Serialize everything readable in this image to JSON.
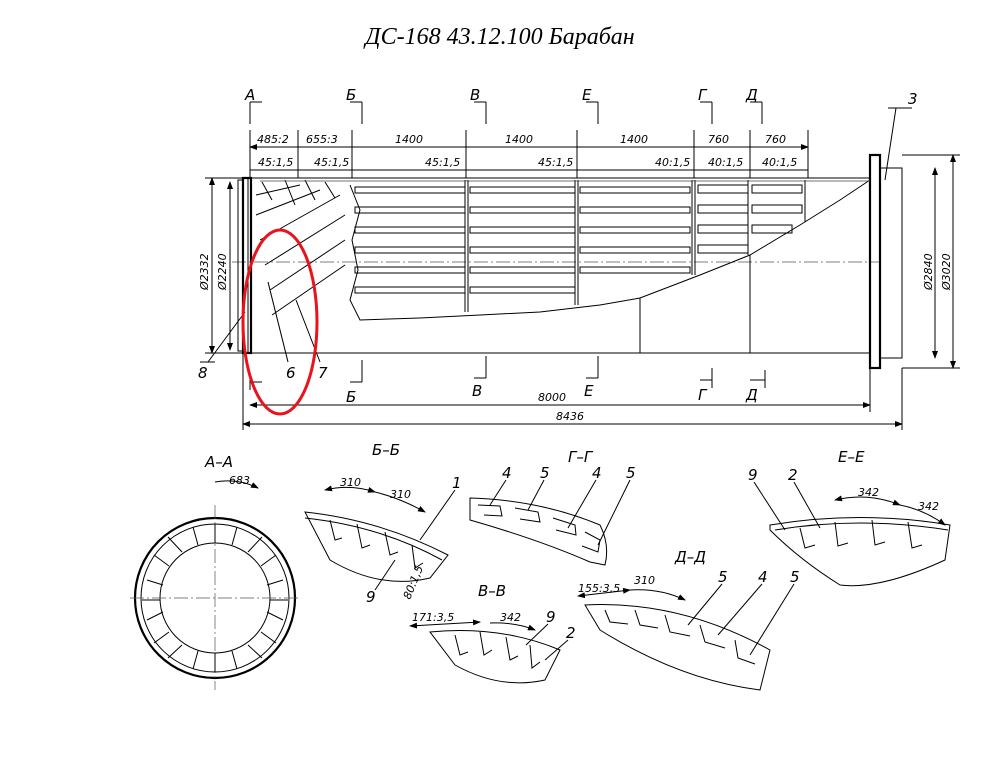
{
  "title": "ДС-168 43.12.100 Барабан",
  "main_view": {
    "section_marks_top": [
      "А",
      "Б",
      "В",
      "Е",
      "Г",
      "Д"
    ],
    "section_marks_bottom": [
      "Б",
      "В",
      "Е",
      "Г",
      "Д"
    ],
    "dims_top_row1": [
      "485:2",
      "655:3",
      "1400",
      "1400",
      "1400",
      "760",
      "760"
    ],
    "dims_top_row2": [
      "45:1,5",
      "45:1,5",
      "45:1,5",
      "45:1,5",
      "40:1,5",
      "40:1,5",
      "40:1,5"
    ],
    "dims_left": [
      "Ø2332",
      "Ø2240"
    ],
    "dims_right": [
      "Ø2840",
      "Ø3020"
    ],
    "dims_bottom": [
      "8000",
      "8436"
    ],
    "callouts": [
      "3",
      "8",
      "6",
      "7"
    ],
    "highlight_color": "#e8131c"
  },
  "sections": {
    "a_a": {
      "label": "А–А",
      "dim": "683"
    },
    "b_b": {
      "label": "Б–Б",
      "dims": [
        "310",
        "310",
        "80:1,5"
      ],
      "callouts": [
        "1",
        "9"
      ]
    },
    "g_g": {
      "label": "Г–Г",
      "callouts": [
        "4",
        "5",
        "4",
        "5"
      ]
    },
    "v_v": {
      "label": "В–В",
      "dims": [
        "171:3,5",
        "342"
      ],
      "callouts": [
        "9",
        "2"
      ]
    },
    "d_d": {
      "label": "Д–Д",
      "dims": [
        "155:3,5",
        "310"
      ],
      "callouts": [
        "5",
        "4",
        "5"
      ]
    },
    "e_e": {
      "label": "Е–Е",
      "dims": [
        "342",
        "342"
      ],
      "callouts": [
        "9",
        "2"
      ]
    }
  }
}
